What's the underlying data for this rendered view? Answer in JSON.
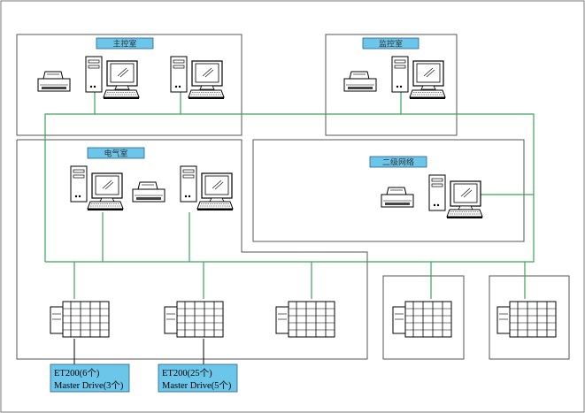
{
  "colors": {
    "network_line": "#3aa35a",
    "room_border": "#555555",
    "label_fill": "#6cc6ea",
    "label_border": "#2a5f8a",
    "note_fill": "#6cc6ea"
  },
  "rooms": {
    "main_control": {
      "label": "主控室"
    },
    "monitor": {
      "label": "监控室"
    },
    "electrical": {
      "label": "电气室"
    },
    "level2_network": {
      "label": "二级网络"
    }
  },
  "notes": [
    {
      "line1": "ET200(6个)",
      "line2": "Master Drive(3个)"
    },
    {
      "line1": "ET200(25个)",
      "line2": "Master Drive(5个)"
    }
  ],
  "icons": {
    "printer": "printer-icon",
    "tower": "pc-tower-icon",
    "monitor": "monitor-icon",
    "keyboard": "keyboard-icon",
    "plc": "plc-rack-icon"
  }
}
